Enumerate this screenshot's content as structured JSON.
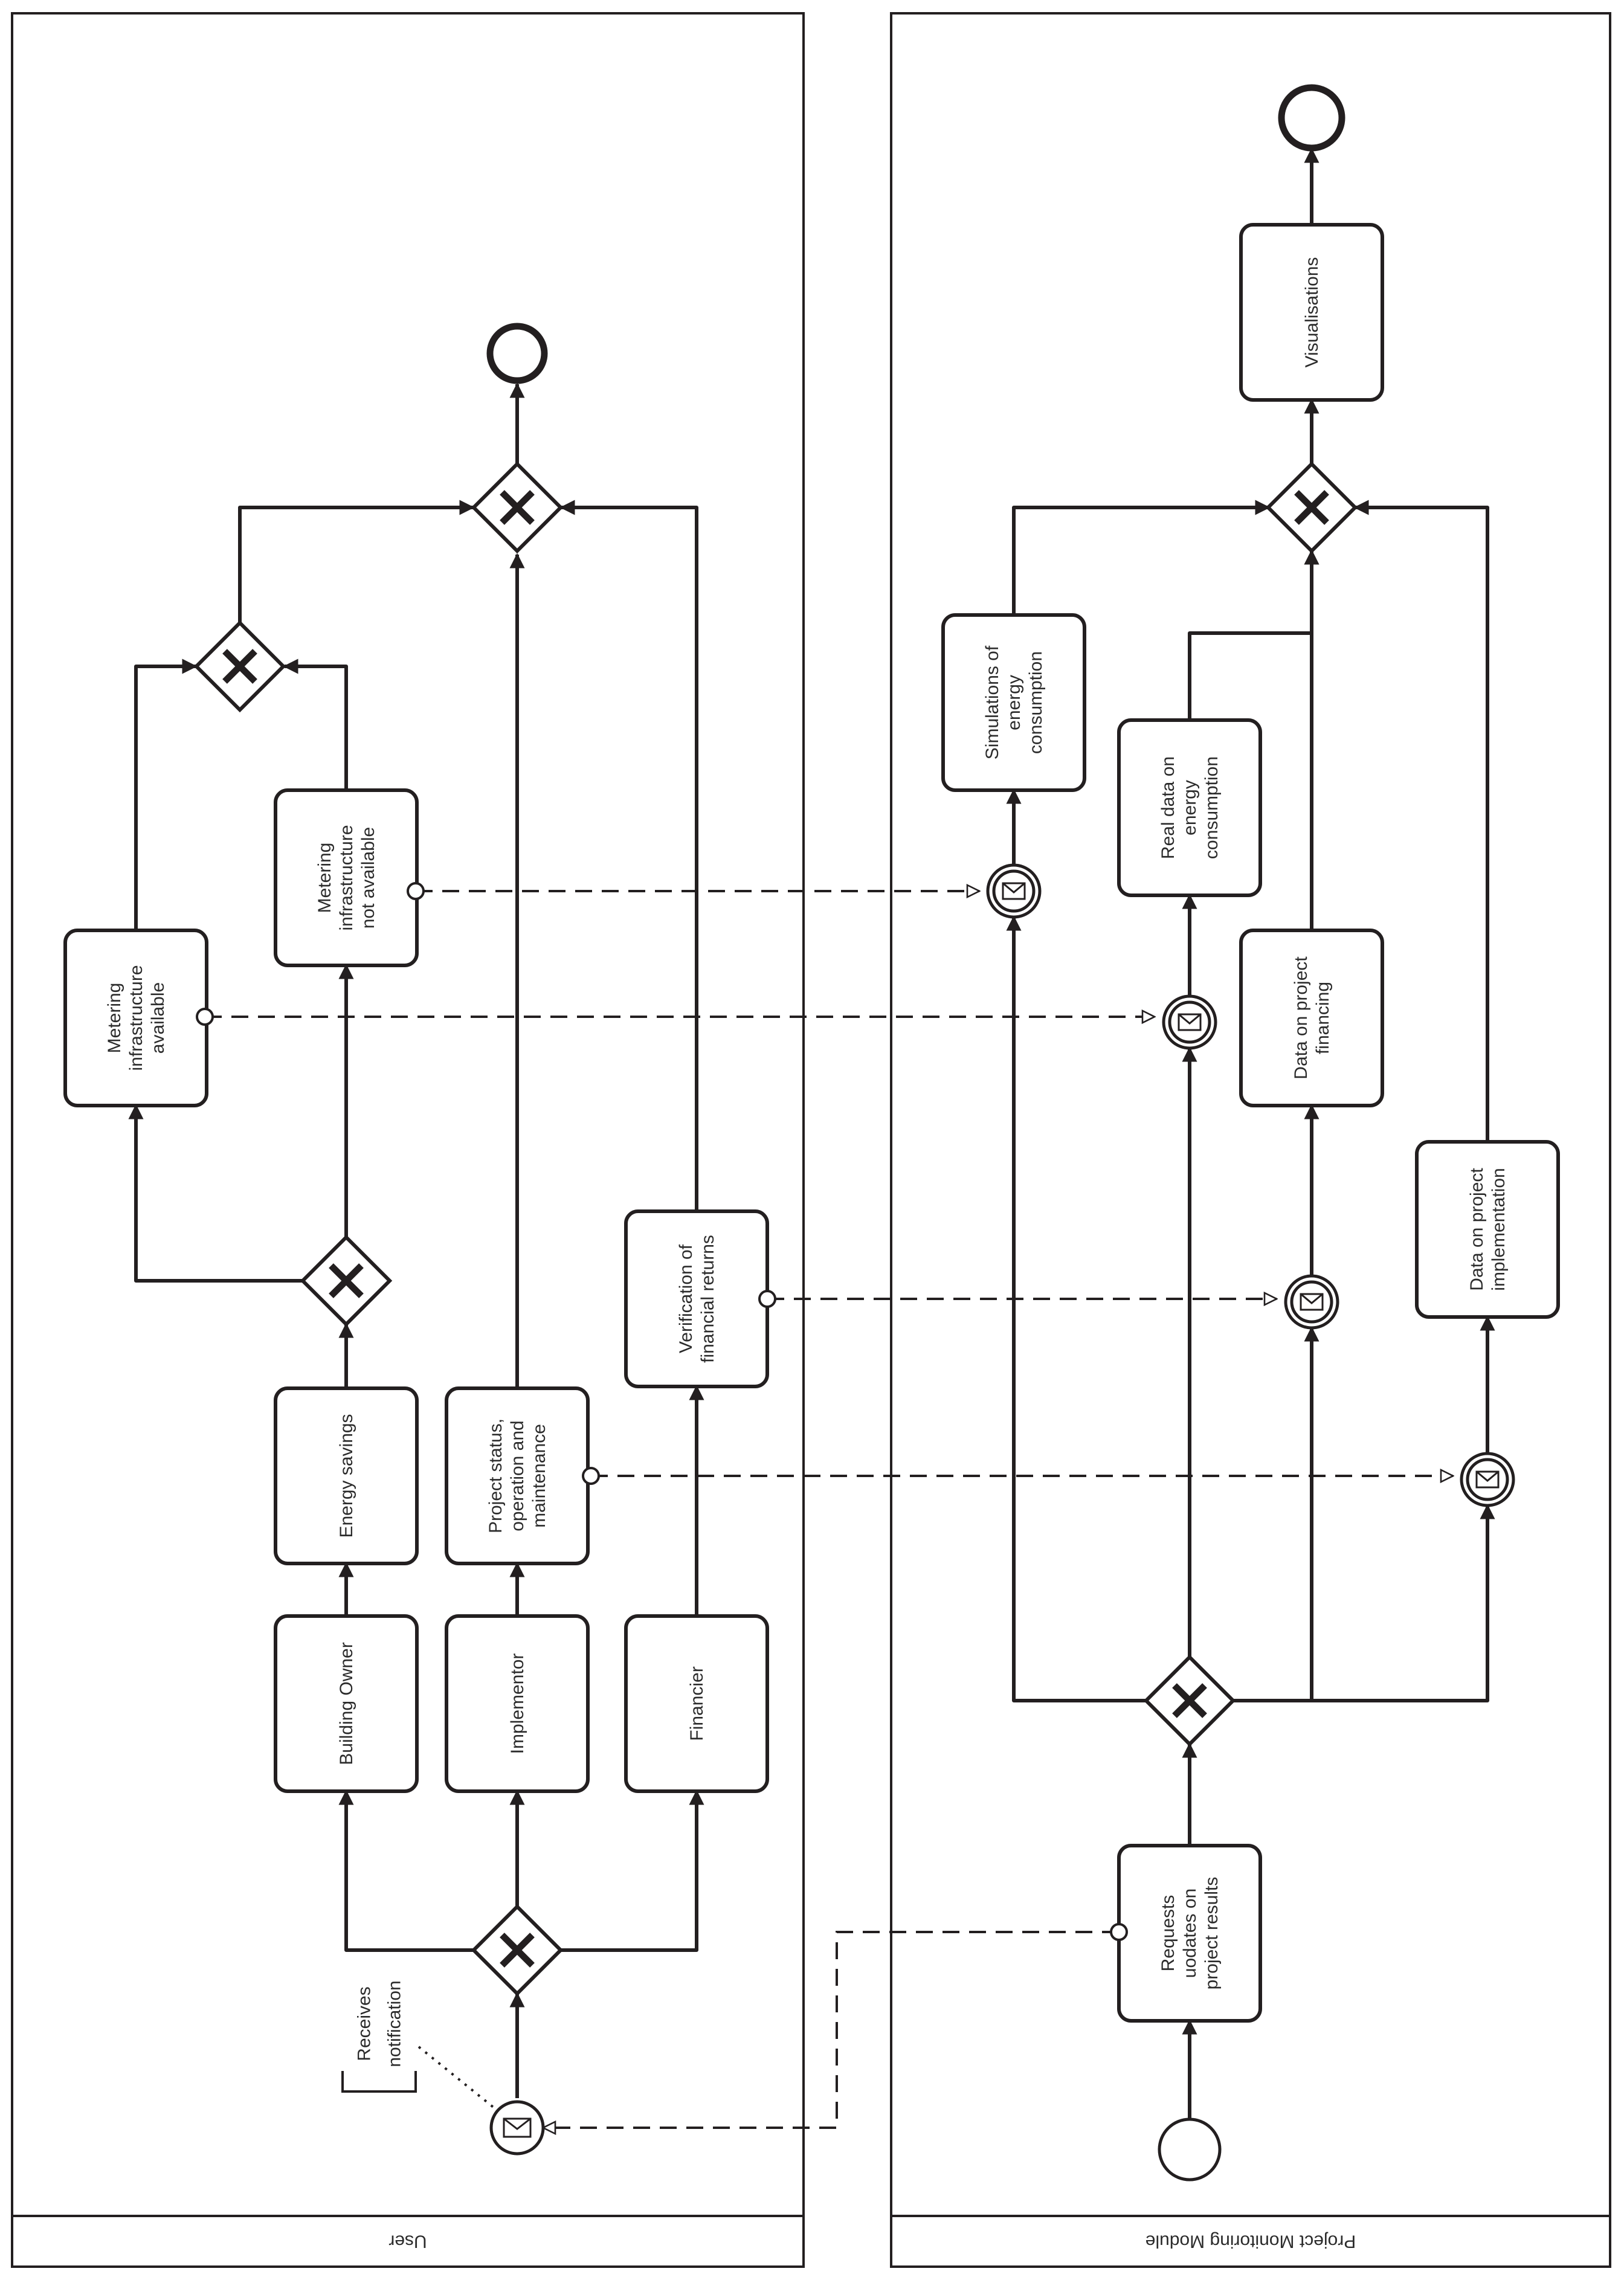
{
  "pools": {
    "user": "User",
    "module": "Project Monitoring Module"
  },
  "annotation": [
    "Receives",
    "notification"
  ],
  "tasks": {
    "building_owner": [
      "Building Owner"
    ],
    "implementor": [
      "Implementor"
    ],
    "financier": [
      "Financier"
    ],
    "energy_savings": [
      "Energy savings"
    ],
    "project_status": [
      "Project status,",
      "operation and",
      "maintenance"
    ],
    "verification": [
      "Verification of",
      "financial returns"
    ],
    "metering_available": [
      "Metering",
      "infrastructure",
      "available"
    ],
    "metering_not_available": [
      "Metering",
      "infrastructure",
      "not available"
    ],
    "requests": [
      "Requests",
      "uodates on",
      "project results"
    ],
    "data_implementation": [
      "Data on project",
      "implementation"
    ],
    "data_financing": [
      "Data on project",
      "financing"
    ],
    "real_data": [
      "Real data on",
      "energy",
      "consumption"
    ],
    "simulations": [
      "Simulations of",
      "energy",
      "consumption"
    ],
    "visualisations": [
      "Visualisations"
    ]
  }
}
